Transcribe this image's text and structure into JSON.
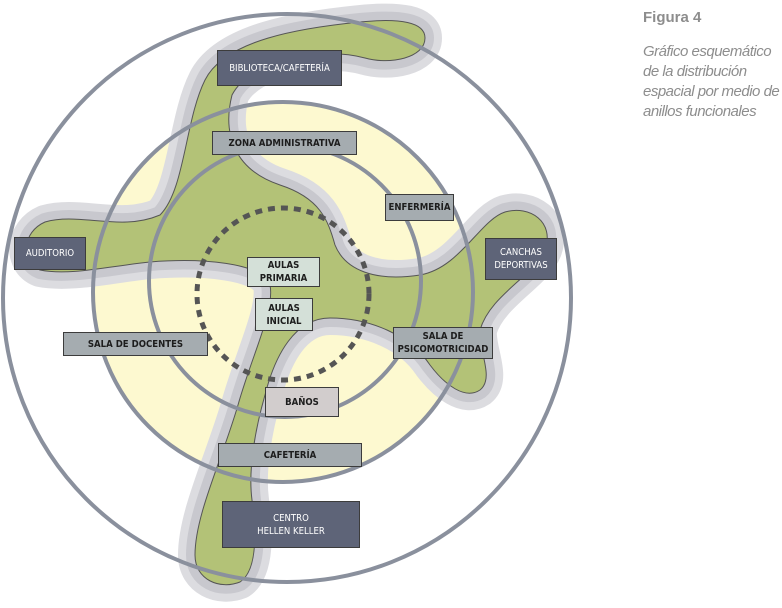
{
  "figure": {
    "title": "Figura 4",
    "description": "Gráfico esquemático de la distribución espacial por medio de anillos funcionales"
  },
  "labels": {
    "biblioteca": "BIBLIOTECA/CAFETERÍA",
    "zona_administrativa": "ZONA ADMINISTRATIVA",
    "enfermeria": "ENFERMERÍA",
    "auditorio": "AUDITORIO",
    "canchas": "CANCHAS\nDEPORTIVAS",
    "aulas_primaria": "AULAS\nPRIMARIA",
    "aulas_inicial": "AULAS\nINICIAL",
    "sala_docentes": "SALA DE DOCENTES",
    "sala_psicomotricidad": "SALA DE\nPSICOMOTRICIDAD",
    "banos": "BAÑOS",
    "cafeteria": "CAFETERÍA",
    "hellen_keller": "CENTRO\nHELLEN KELLER"
  },
  "colors": {
    "green": "#b3c277",
    "yellow": "#fdf9d0",
    "ring": "#8a909d",
    "dark_box": "#5e6478"
  }
}
